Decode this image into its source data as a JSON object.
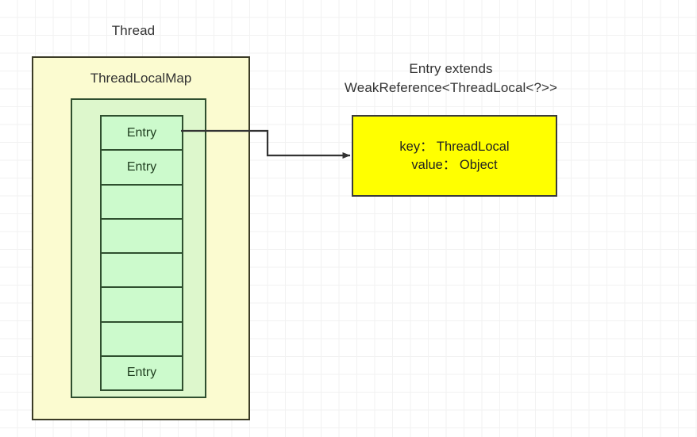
{
  "diagram": {
    "thread": {
      "title": "Thread",
      "map_title": "ThreadLocalMap",
      "entries": [
        {
          "label": "Entry"
        },
        {
          "label": "Entry"
        },
        {
          "label": ""
        },
        {
          "label": ""
        },
        {
          "label": ""
        },
        {
          "label": ""
        },
        {
          "label": ""
        },
        {
          "label": "Entry"
        }
      ]
    },
    "entry_detail": {
      "caption_line1": "Entry extends",
      "caption_line2": "WeakReference<ThreadLocal<?>>",
      "key_line": "key： ThreadLocal",
      "value_line": "value： Object"
    },
    "connector": {
      "name": "entry-to-detail-arrow"
    },
    "colors": {
      "thread_box_fill": "#fbfbd0",
      "thread_box_border": "#3b3b26",
      "map_container_fill": "#ddf7cc",
      "map_container_border": "#2f4f2f",
      "entry_cell_fill": "#ccfacc",
      "entry_cell_border": "#2f4f2f",
      "detail_box_fill": "#ffff00",
      "detail_box_border": "#3b3b3b",
      "arrow_stroke": "#333333",
      "text": "#333333",
      "grid_minor": "#f2f2f2",
      "grid_major": "#e6e6e6"
    }
  }
}
